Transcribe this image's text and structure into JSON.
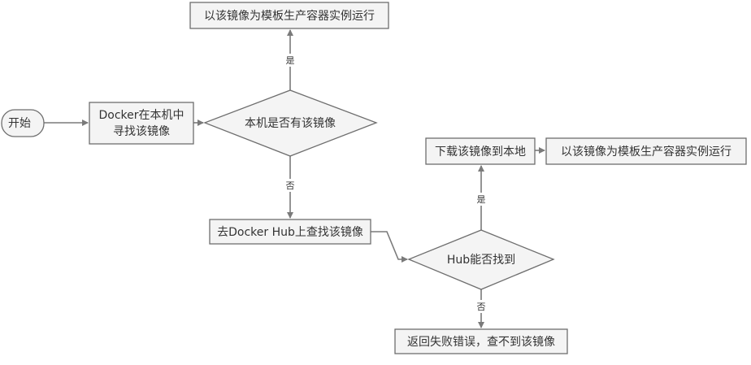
{
  "colors": {
    "node_fill": "#f4f4f4",
    "node_stroke": "#6e6e6e",
    "edge": "#7a7a7a",
    "text": "#333333"
  },
  "nodes": {
    "start": "开始",
    "search_local_line1": "Docker在本机中",
    "search_local_line2": "寻找该镜像",
    "decision_local": "本机是否有该镜像",
    "run_top": "以该镜像为模板生产容器实例运行",
    "search_hub": "去Docker Hub上查找该镜像",
    "decision_hub": "Hub能否找到",
    "download": "下载该镜像到本地",
    "run_right": "以该镜像为模板生产容器实例运行",
    "error": "返回失败错误，查不到该镜像"
  },
  "edge_labels": {
    "local_yes": "是",
    "local_no": "否",
    "hub_yes": "是",
    "hub_no": "否"
  }
}
